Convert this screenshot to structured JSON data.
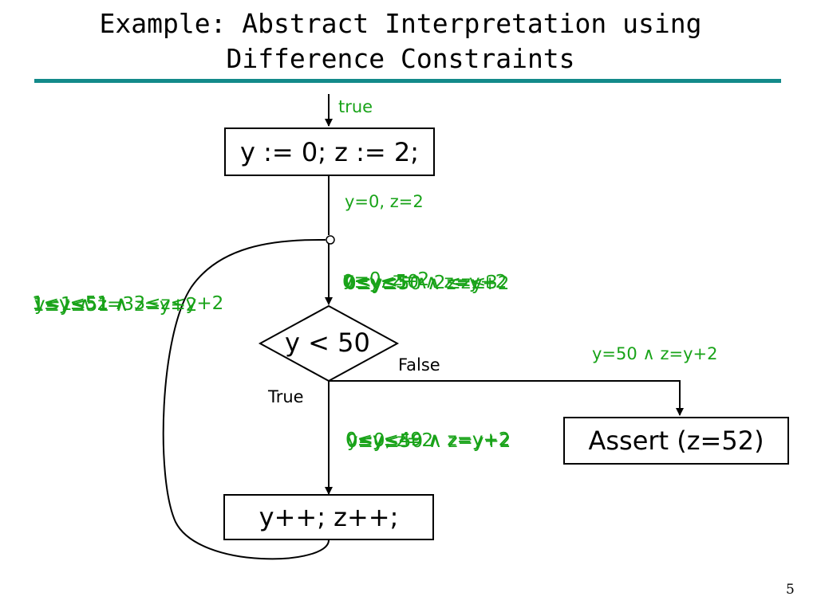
{
  "slide": {
    "title_line1": "Example: Abstract Interpretation using",
    "title_line2": "Difference Constraints",
    "page_number": "5",
    "accent_color": "#138a8a",
    "annotation_color": "#19a319"
  },
  "nodes": {
    "init": "y := 0; z := 2;",
    "cond": "y < 50",
    "body": "y++; z++;",
    "assert": "Assert (z=52)"
  },
  "edges": {
    "entry_label": "true",
    "after_init": "y=0, z=2",
    "true_branch": "True",
    "false_branch": "False",
    "exit_fact": "y=50 ∧ z=y+2"
  },
  "overlaps": {
    "loop_head": [
      "0≤y≤50 ∧ z=y+2",
      "0≤y≤1 ∧ 2≤z≤3",
      "y=0, z=2",
      "0≤y≤50 ∧ z=y+2"
    ],
    "back_edge": [
      "1≤y≤51 ∧ 3≤z≤y+2",
      "y=1 ∧ z=3",
      "1≤y≤51 ∧ z=y+2"
    ],
    "loop_body": [
      "0≤y≤49 ∧ z=y+2",
      "y=0, z=2",
      "0≤y≤50 ∧ z=y+2"
    ]
  }
}
